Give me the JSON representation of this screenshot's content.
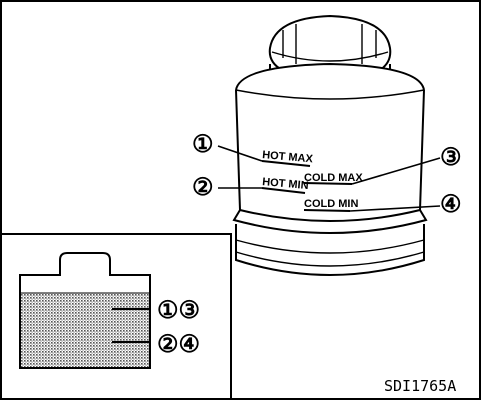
{
  "labels": {
    "hot_max": "HOT MAX",
    "hot_min": "HOT MIN",
    "cold_max": "COLD MAX",
    "cold_min": "COLD MIN"
  },
  "callouts": {
    "one": "①",
    "two": "②",
    "three": "③",
    "four": "④"
  },
  "inset": {
    "upper_marks": "①③",
    "lower_marks": "②④"
  },
  "figure_code": "SDI1765A"
}
